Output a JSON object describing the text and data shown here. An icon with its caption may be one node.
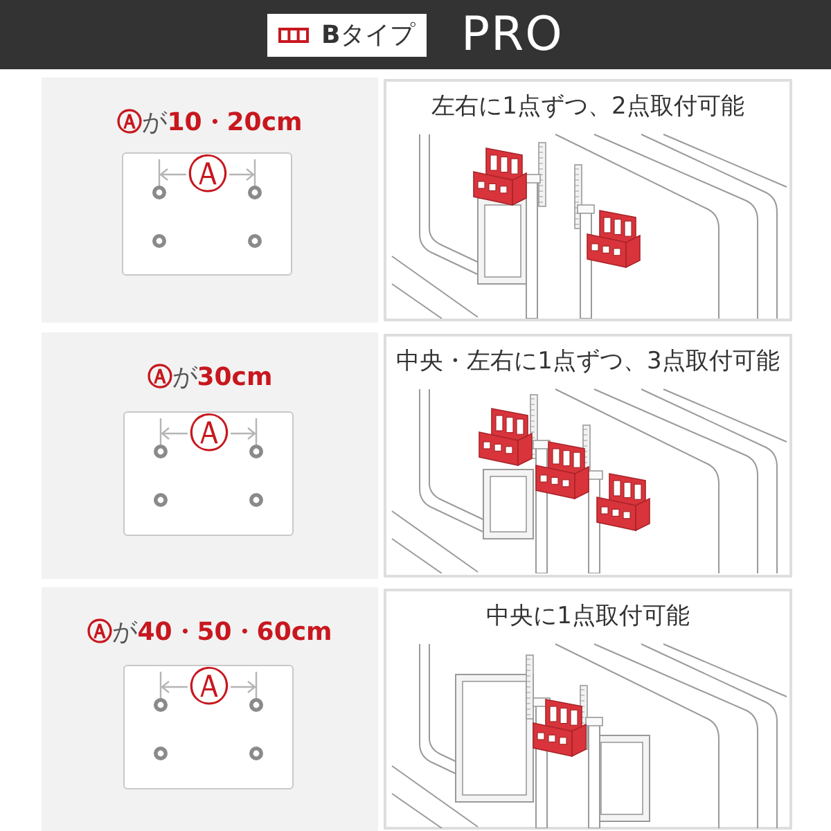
{
  "diagram": {
    "nodes": [
      {
        "text": [
          "PRO"
        ]
      },
      {
        "text": [
          "**B**タイプ"
        ],
        "in": 0
      },
      {
        "text": [
          "**Ⓐ**が**10・20cm**"
        ]
      },
      {
        "text": [
          "Ⓐ"
        ],
        "in": 2
      },
      {
        "text": [
          "左右に1点ずつ、2点取付可能"
        ]
      },
      {
        "text": [
          "**Ⓐ**が**30cm**"
        ]
      },
      {
        "text": [
          "Ⓐ"
        ],
        "in": 5
      },
      {
        "text": [
          "中央・左右に1点ずつ、3点取付可能"
        ]
      },
      {
        "text": [
          "**Ⓐ**が**40・50・60cm**"
        ]
      },
      {
        "text": [
          "Ⓐ"
        ],
        "in": 8
      },
      {
        "text": [
          "中央に1点取付可能"
        ]
      }
    ]
  }
}
